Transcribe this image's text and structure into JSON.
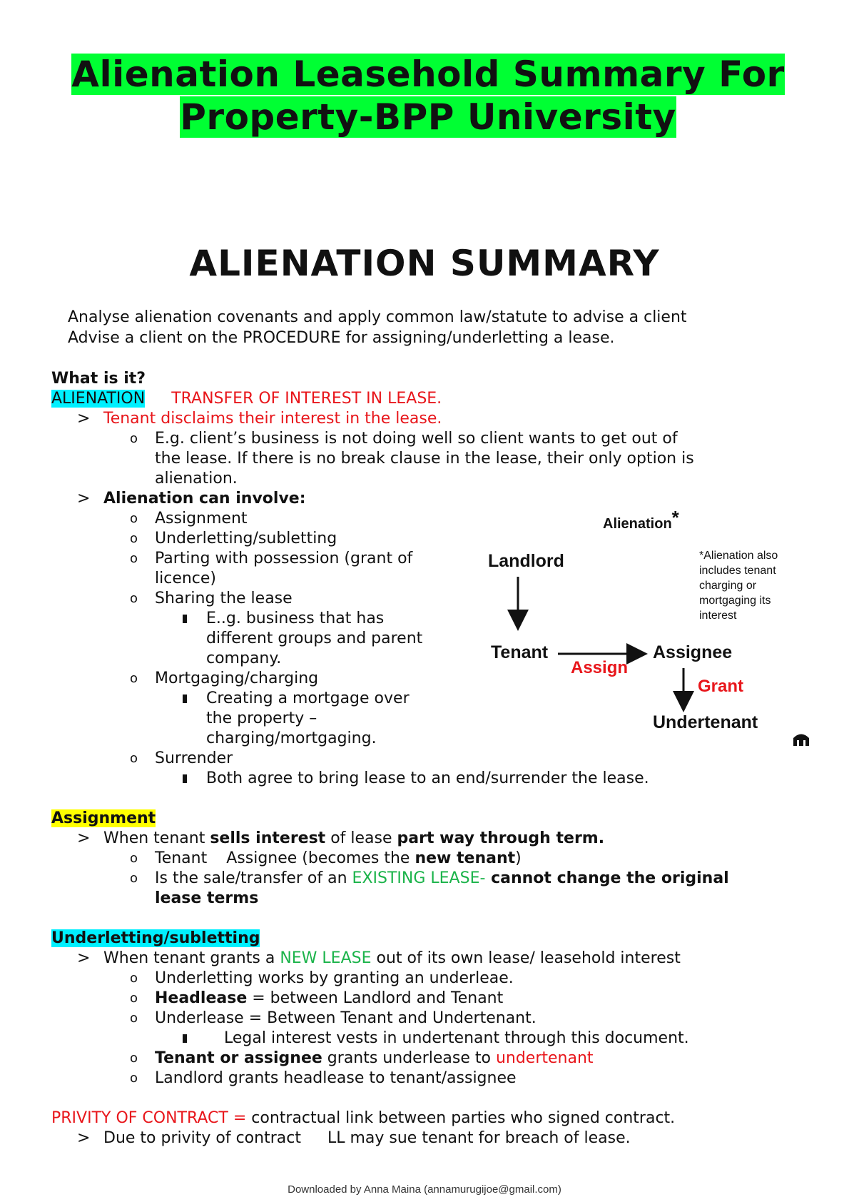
{
  "doc_title": {
    "line1": "Alienation Leasehold Summary For",
    "line2": "Property-BPP University"
  },
  "summary_title": "ALIENATION SUMMARY",
  "intro": [
    "Analyse alienation covenants and apply common law/statute to advise a client",
    "Advise a client on the PROCEDURE for assigning/underletting a lease."
  ],
  "what_is_it": {
    "heading": "What is it?",
    "term": "ALIENATION",
    "definition": "TRANSFER OF INTEREST IN LEASE.",
    "point1": "Tenant disclaims their interest in the lease.",
    "example": "E.g. client’s business is not doing well so client wants to get out of the lease. If there is no break clause in the lease, their only option is alienation.",
    "point2": "Alienation can involve:",
    "items": [
      "Assignment",
      "Underletting/subletting",
      "Parting with possession (grant of",
      "licence)",
      "Sharing the lease",
      "Mortgaging/charging",
      "Surrender"
    ],
    "sharing_sub": [
      "E..g. business that has",
      "different groups and parent",
      "company."
    ],
    "mortgage_sub": [
      "Creating a mortgage over",
      "the property –",
      "charging/mortgaging."
    ],
    "surrender_sub": "Both agree to bring lease to an end/surrender the lease."
  },
  "diagram": {
    "title": "Alienation",
    "asterisk": "*",
    "landlord": "Landlord",
    "tenant": "Tenant",
    "assignee": "Assignee",
    "undertenant": "Undertenant",
    "assign": "Assign",
    "grant": "Grant",
    "note": "*Alienation also includes tenant charging or mortgaging its interest"
  },
  "assignment": {
    "heading": "Assignment",
    "p1_a": "When tenant ",
    "p1_b": "sells interest",
    "p1_c": " of lease ",
    "p1_d": "part way through term.",
    "s1_a": "Tenant",
    "s1_b": "Assignee (becomes the ",
    "s1_c": "new tenant",
    "s1_d": ")",
    "s2_a": "Is the sale/transfer of an ",
    "s2_b": "EXISTING LEASE-",
    "s2_c": " cannot change the original",
    "s2_d": "lease terms"
  },
  "underletting": {
    "heading": "Underletting/subletting",
    "p1_a": "When tenant grants a ",
    "p1_b": "NEW LEASE",
    "p1_c": " out of its own lease/ leasehold interest",
    "s1": "Underletting works by granting an underleae.",
    "s2_a": "Headlease",
    "s2_b": " = between Landlord and Tenant",
    "s3": "Underlease = Between Tenant and Undertenant.",
    "s3_sub": "Legal interest vests in undertenant through this document.",
    "s4_a": "Tenant or assignee",
    "s4_b": " grants underlease to ",
    "s4_c": "undertenant",
    "s5": "Landlord grants headlease to tenant/assignee"
  },
  "privity": {
    "term": "PRIVITY OF CONTRACT =",
    "definition": " contractual link between parties who signed contract.",
    "p1_a": "Due to privity of contract",
    "p1_b": "LL may sue tenant for breach of lease."
  },
  "bullets": {
    "arrow": ">",
    "circle": "o"
  },
  "footer": "Downloaded by Anna Maina (annamurugijoe@gmail.com)"
}
